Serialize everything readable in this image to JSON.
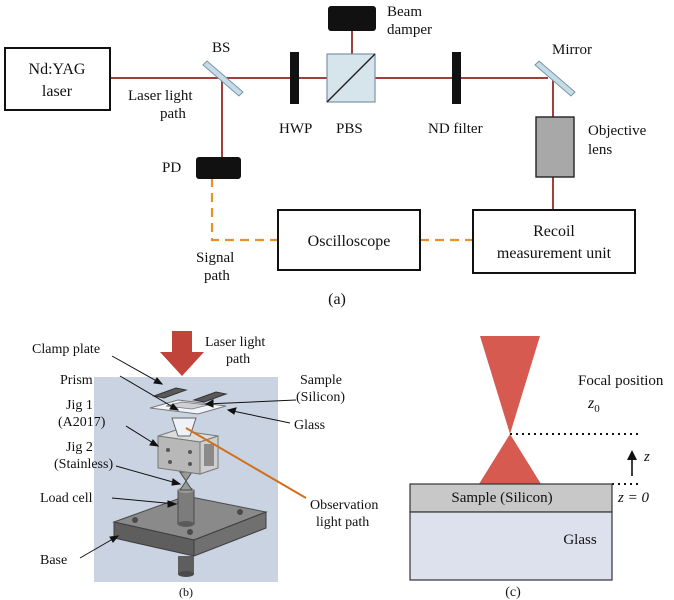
{
  "panel_a": {
    "label": "(a)",
    "boxes": {
      "laser_line1": "Nd:YAG",
      "laser_line2": "laser",
      "oscilloscope": "Oscilloscope",
      "recoil_line1": "Recoil",
      "recoil_line2": "measurement unit"
    },
    "labels": {
      "bs": "BS",
      "beam_damper_line1": "Beam",
      "beam_damper_line2": "damper",
      "mirror": "Mirror",
      "laser_path_line1": "Laser light",
      "laser_path_line2": "path",
      "hwp": "HWP",
      "pbs": "PBS",
      "nd_filter": "ND filter",
      "objective_line1": "Objective",
      "objective_line2": "lens",
      "pd": "PD",
      "signal_line1": "Signal",
      "signal_line2": "path"
    }
  },
  "panel_b": {
    "label": "(b)",
    "labels": {
      "laser_path_line1": "Laser light",
      "laser_path_line2": "path",
      "clamp_plate": "Clamp plate",
      "prism": "Prism",
      "jig1_line1": "Jig 1",
      "jig1_line2": "(A2017)",
      "jig2_line1": "Jig 2",
      "jig2_line2": "(Stainless)",
      "load_cell": "Load cell",
      "base": "Base",
      "sample_line1": "Sample",
      "sample_line2": "(Silicon)",
      "glass": "Glass",
      "observation_line1": "Observation",
      "observation_line2": "light path"
    }
  },
  "panel_c": {
    "label": "(c)",
    "labels": {
      "focal_position": "Focal position",
      "z0": "z",
      "z0_sub": "0",
      "z_axis": "z",
      "z_equals_zero": "z = 0",
      "sample": "Sample (Silicon)",
      "glass": "Glass"
    }
  },
  "colors": {
    "laser_path": "#a0403a",
    "signal_path": "#e8902a",
    "laser_arrow": "#c0443a",
    "beam_cone": "#d65a50",
    "observation_path": "#d0701a",
    "render_background": "#c9d3e2",
    "sample_layer": "#c8c8c8",
    "glass_layer": "#dde1ee"
  }
}
